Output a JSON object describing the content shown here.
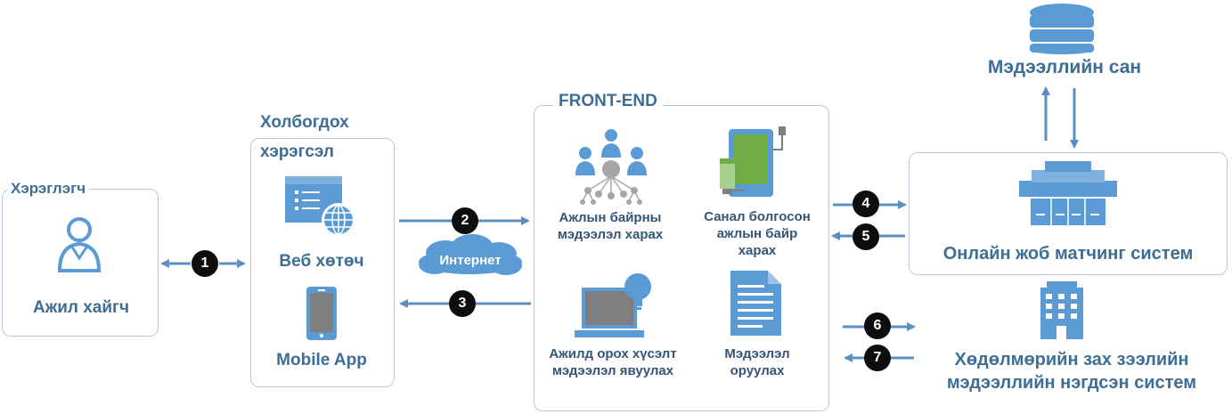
{
  "user_group": {
    "title": "Хэрэглэгч",
    "label": "Ажил хайгч"
  },
  "device_group": {
    "title_line1": "Холбогдох",
    "title_line2": "хэрэгсэл",
    "web_label": "Веб хөтөч",
    "mobile_label": "Mobile App"
  },
  "internet": {
    "label": "Интернет"
  },
  "frontend": {
    "title": "FRONT-END",
    "view_jobs": [
      "Ажлын байрны",
      "мэдээлэл харах"
    ],
    "suggested_jobs": [
      "Санал болгосон",
      "ажлын байр",
      "харах"
    ],
    "send_application": [
      "Ажилд орох хүсэлт",
      "мэдээлэл явуулах"
    ],
    "enter_info": [
      "Мэдээлэл",
      "оруулах"
    ]
  },
  "database": {
    "label": "Мэдээллийн сан"
  },
  "matching_system": {
    "label": "Онлайн жоб матчинг систем"
  },
  "labor_system": {
    "line1": "Хөдөлмөрийн зах зээлийн",
    "line2": "мэдээллийн нэгдсэн систем"
  },
  "steps": [
    "1",
    "2",
    "3",
    "4",
    "5",
    "6",
    "7"
  ],
  "colors": {
    "primary": "#3e6d96",
    "icon": "#5b9bd5",
    "border": "#b9c8d8",
    "arrow": "#5b8fc0",
    "green": "#70ad47"
  }
}
